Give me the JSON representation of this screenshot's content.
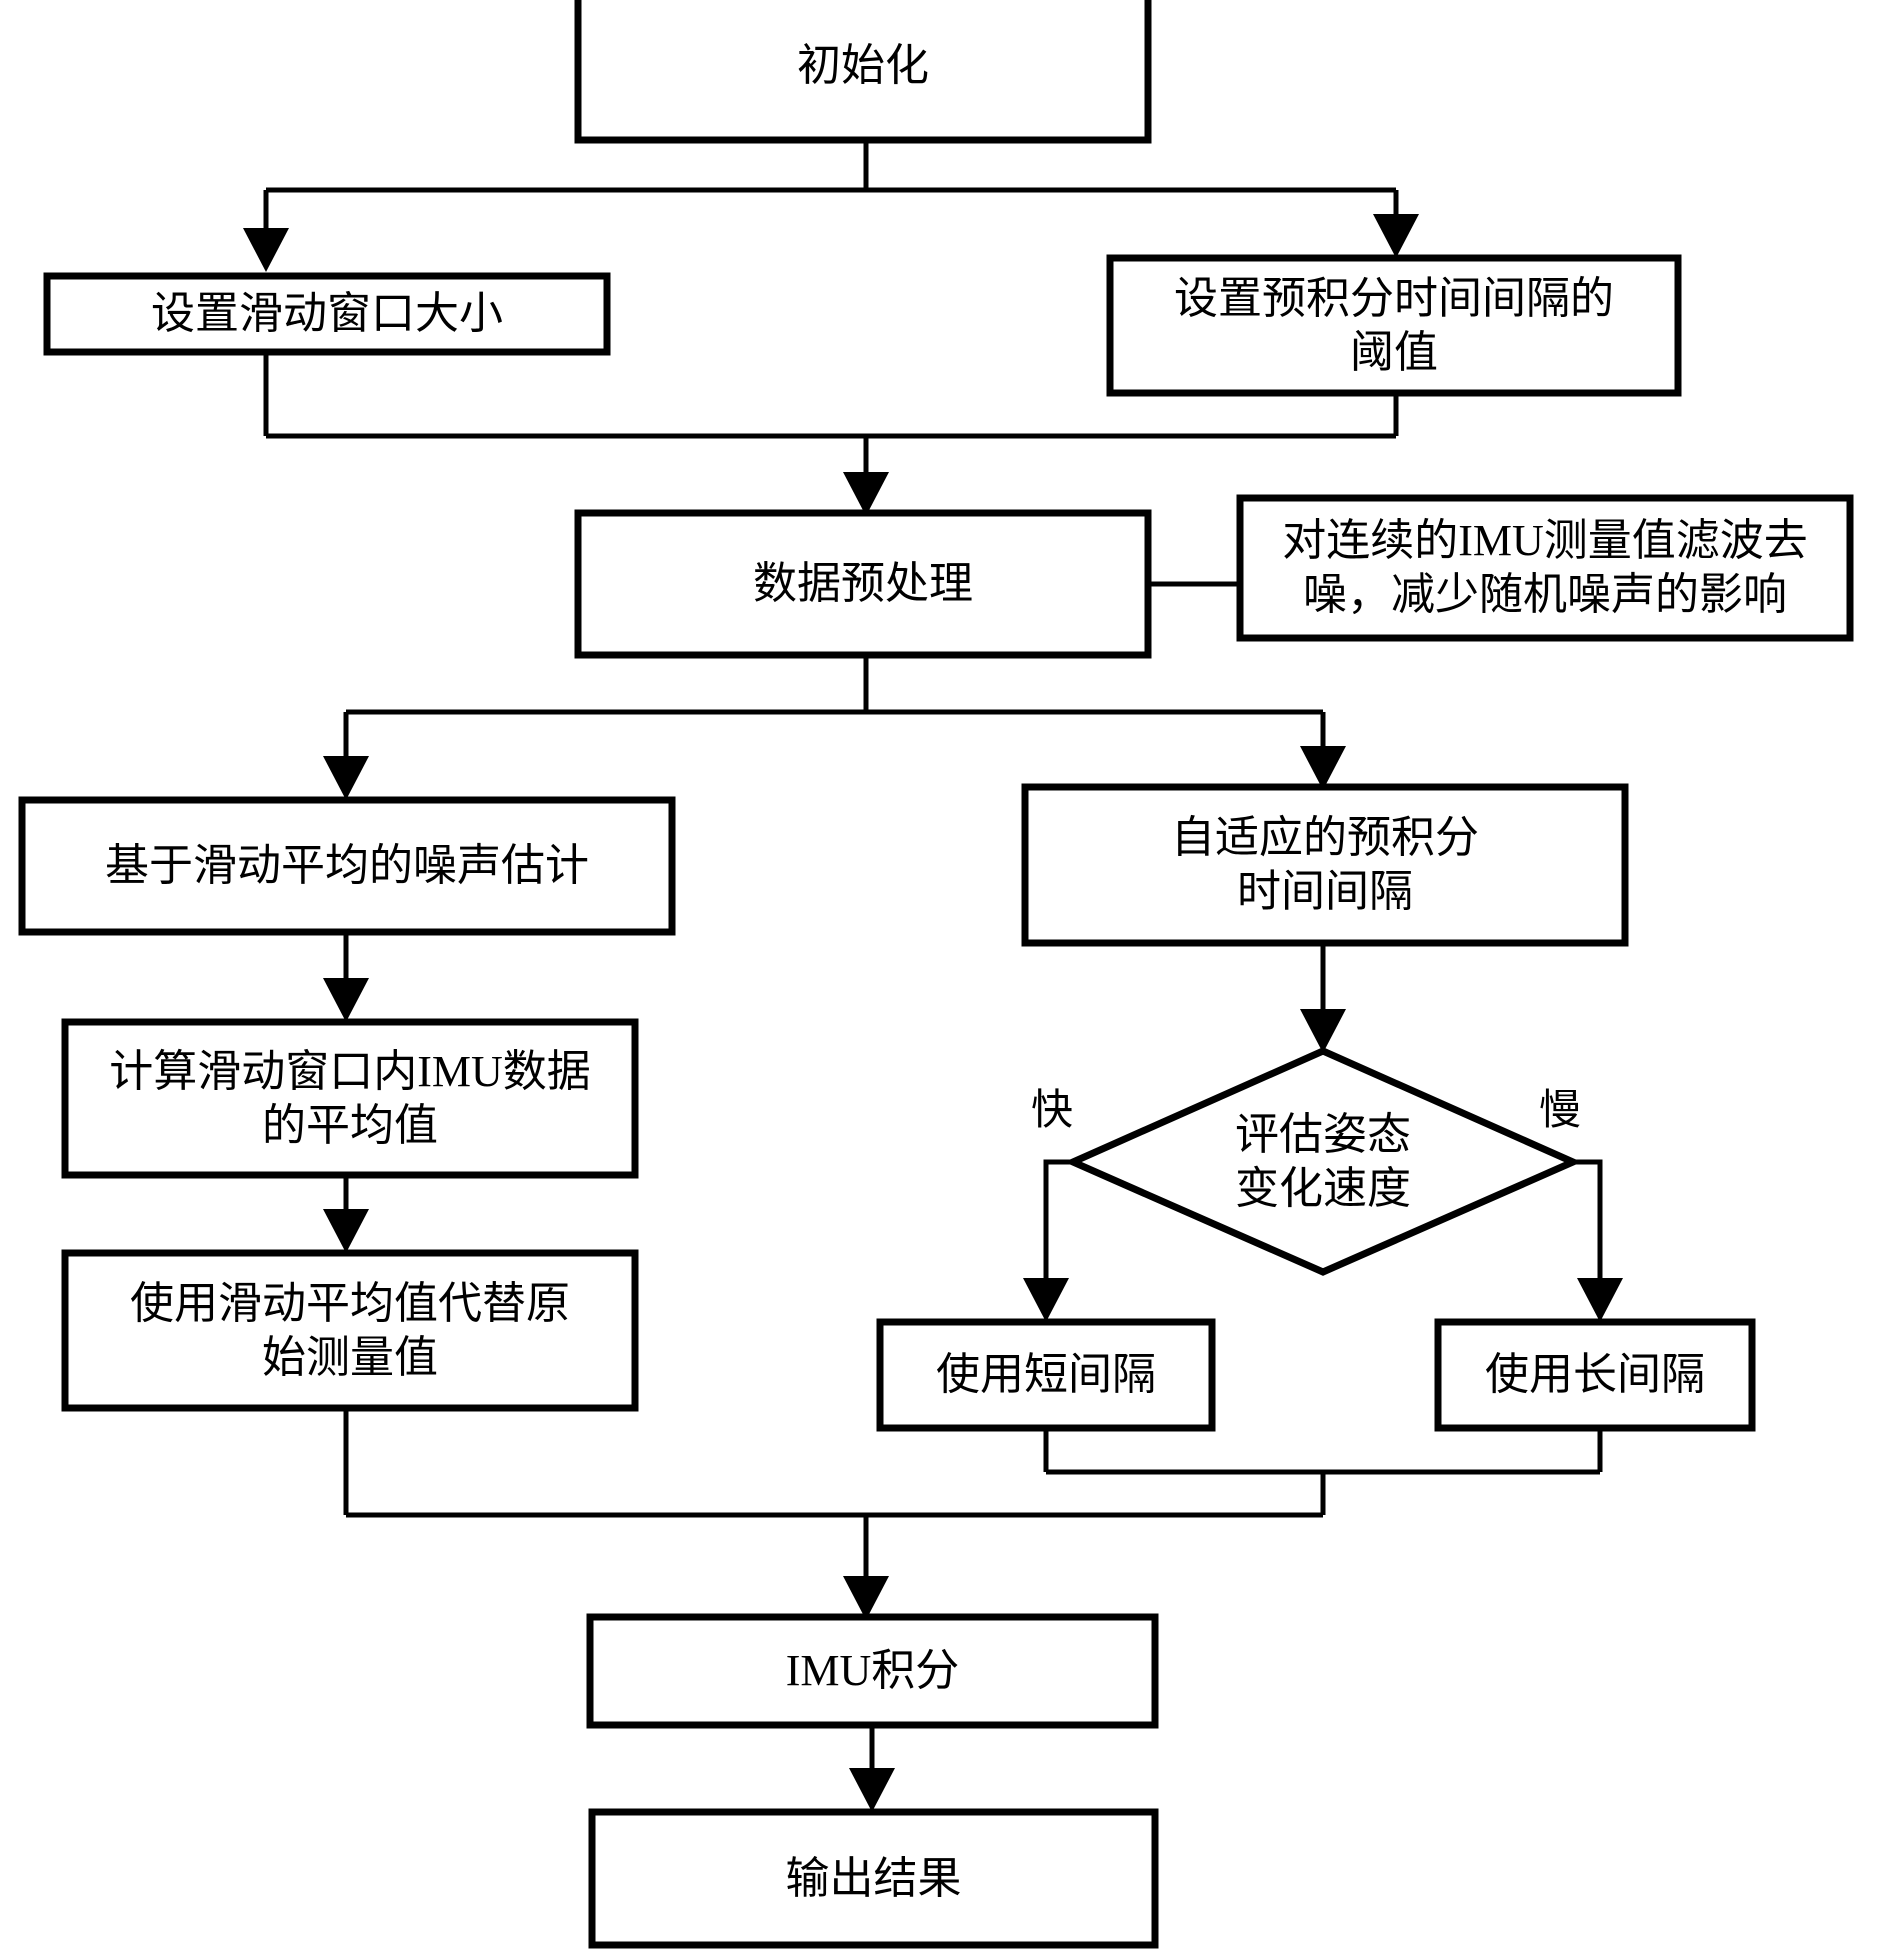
{
  "diagram": {
    "title_node": "初始化",
    "background": "#ffffff",
    "line_color": "#000000",
    "nodes": [
      {
        "id": "init",
        "shape": "rect",
        "text_lines": [
          "初始化"
        ]
      },
      {
        "id": "set_window",
        "shape": "rect",
        "text_lines": [
          "设置滑动窗口大小"
        ]
      },
      {
        "id": "set_thresh",
        "shape": "rect",
        "text_lines": [
          "设置预积分时间间隔的",
          "阈值"
        ]
      },
      {
        "id": "preprocess",
        "shape": "rect",
        "text_lines": [
          "数据预处理"
        ]
      },
      {
        "id": "note_filter",
        "shape": "rect",
        "text_lines": [
          "对连续的IMU测量值滤波去",
          "噪，减少随机噪声的影响"
        ]
      },
      {
        "id": "noise_est",
        "shape": "rect",
        "text_lines": [
          "基于滑动平均的噪声估计"
        ]
      },
      {
        "id": "calc_mean",
        "shape": "rect",
        "text_lines": [
          "计算滑动窗口内IMU数据",
          "的平均值"
        ]
      },
      {
        "id": "replace_raw",
        "shape": "rect",
        "text_lines": [
          "使用滑动平均值代替原",
          "始测量值"
        ]
      },
      {
        "id": "adaptive_dt",
        "shape": "rect",
        "text_lines": [
          "自适应的预积分",
          "时间间隔"
        ]
      },
      {
        "id": "decision",
        "shape": "diamond",
        "text_lines": [
          "评估姿态",
          "变化速度"
        ]
      },
      {
        "id": "short_gap",
        "shape": "rect",
        "text_lines": [
          "使用短间隔"
        ]
      },
      {
        "id": "long_gap",
        "shape": "rect",
        "text_lines": [
          "使用长间隔"
        ]
      },
      {
        "id": "imu_integ",
        "shape": "rect",
        "text_lines": [
          "IMU积分"
        ]
      },
      {
        "id": "output",
        "shape": "rect",
        "text_lines": [
          "输出结果"
        ]
      }
    ],
    "edge_labels": [
      {
        "id": "fast",
        "text": "快"
      },
      {
        "id": "slow",
        "text": "慢"
      }
    ]
  }
}
